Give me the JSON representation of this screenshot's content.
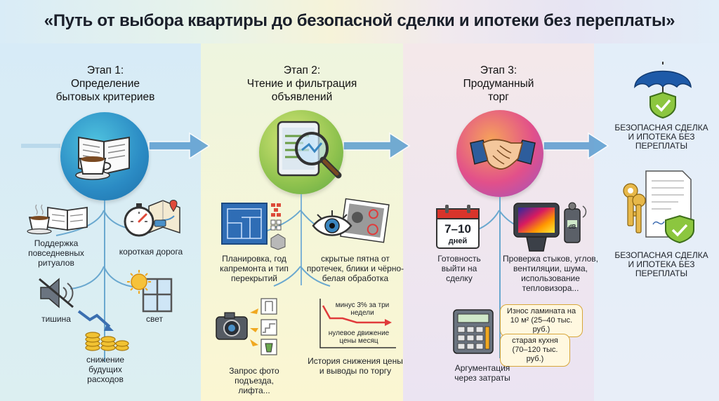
{
  "title": "«Путь от выбора квартиры до безопасной сделки и ипотеки без переплаты»",
  "stages": [
    {
      "title_lines": [
        "Этап 1:",
        "Определение",
        "бытовых критериев"
      ],
      "items": [
        "Поддержка повседневных ритуалов",
        "короткая дорога",
        "тишина",
        "свет",
        "снижение будущих расходов"
      ]
    },
    {
      "title_lines": [
        "Этап 2:",
        "Чтение и фильтрация",
        "объявлений"
      ],
      "items": [
        "Планировка, год капремонта и тип перекрытий",
        "скрытые пятна от протечек, блики и чёрно-белая обработка",
        "Запрос фото подъезда, лифта...",
        "История снижения цены и выводы по торгу"
      ],
      "graph_labels": [
        "минус 3% за три недели",
        "нулевое движение цены месяц"
      ]
    },
    {
      "title_lines": [
        "Этап 3:",
        "Продуманный",
        "торг"
      ],
      "items": [
        "Готовность выйти на сделку",
        "Проверка стыков, углов, вентиляции, шума, использование тепловизора...",
        "Аргументация через затраты"
      ],
      "calendar": {
        "value": "7–10",
        "unit": "дней"
      },
      "meter_label": "dB",
      "bubbles": [
        "Износ ламината на 10 м² (25–40 тыс. руб.)",
        "старая кухня (70–120 тыс. руб.)"
      ]
    }
  ],
  "final": [
    "БЕЗОПАСНАЯ СДЕЛКА И ИПОТЕКА БЕЗ ПЕРЕПЛАТЫ",
    "БЕЗОПАСНАЯ СДЕЛКА И ИПОТЕКА БЕЗ ПЕРЕПЛАТЫ"
  ],
  "colors": {
    "arrow": "#4a90c8",
    "stage1": "#2b8bc4",
    "stage2": "#8fc24e",
    "stage3": "#e2508a",
    "shield": "#8cc63f"
  }
}
